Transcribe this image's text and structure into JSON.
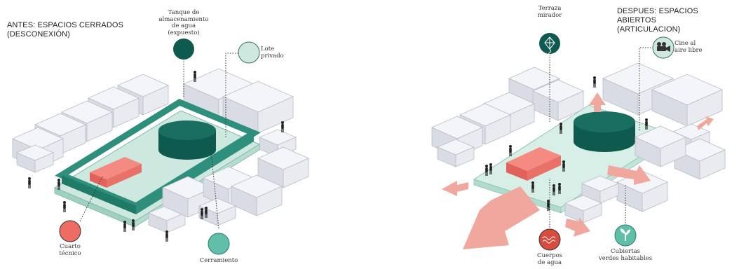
{
  "left_panel": {
    "title_line1": "ANTES: ESPACIOS CERRADOS",
    "title_line2": "(DESCONEXIÓN)",
    "labels": {
      "tanque": "Tanque de\nalmacenamiento\nde agua\n(expuesto)",
      "lote": "Lote\nprivado",
      "cuarto": "Cuarto\ntécnico",
      "cerramiento": "Cerramiento"
    }
  },
  "right_panel": {
    "title_line1": "DESPUES: ESPACIOS ABIERTOS",
    "title_line2": "(ARTICULACION)",
    "labels": {
      "terraza": "Terraza\nmirador",
      "cine": "Cine al\naire libre",
      "cuerpos": "Cuerpos\nde agua",
      "cubiertas": "Cubiertas\nverdes habitables"
    }
  },
  "colors": {
    "dark_teal": "#0f5a4e",
    "mint": "#cde9df",
    "frame_teal": "#2e8f7c",
    "salmon": "#ee6c62",
    "arrow": "#f0a79d",
    "building_top": "#f4f5f8",
    "building_left": "#d9dce4",
    "building_right": "#e8eaf0"
  }
}
